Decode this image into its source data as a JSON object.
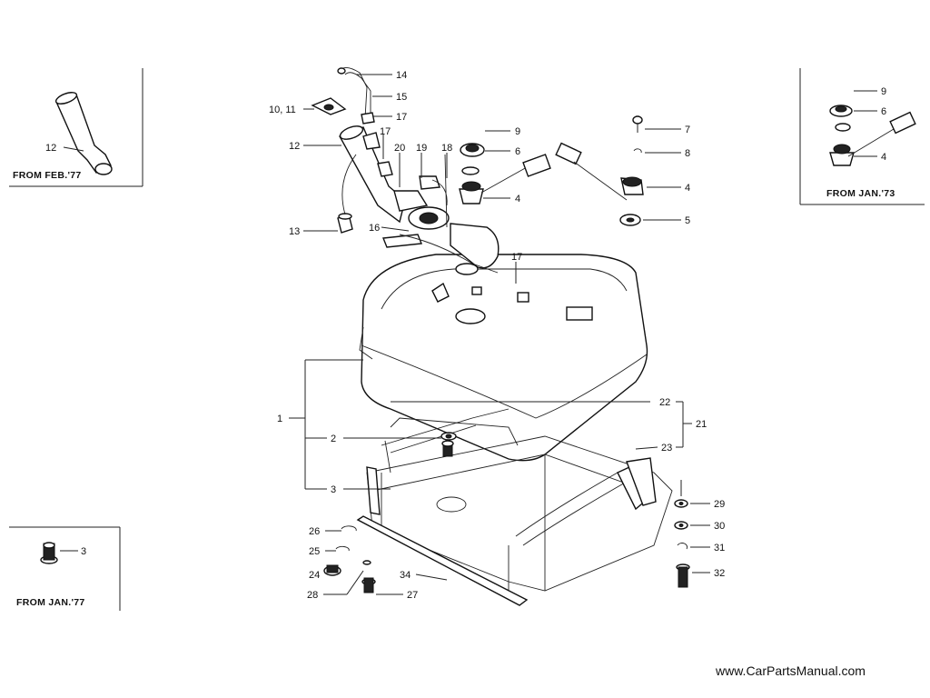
{
  "diagram": {
    "insets": {
      "top_left": "FROM FEB.'77",
      "top_right": "FROM JAN.'73",
      "bottom_left": "FROM JAN.'77"
    },
    "watermark": "www.CarPartsManual.com",
    "callouts": {
      "c14": "14",
      "c15": "15",
      "c17a": "17",
      "c1011": "10, 11",
      "c12": "12",
      "c17b": "17",
      "c20": "20",
      "c19": "19",
      "c18": "18",
      "c9": "9",
      "c6": "6",
      "c4a": "4",
      "c13": "13",
      "c16": "16",
      "c17c": "17",
      "c7": "7",
      "c8": "8",
      "c4b": "4",
      "c5": "5",
      "c1": "1",
      "c2": "2",
      "c3": "3",
      "c22": "22",
      "c21": "21",
      "c23": "23",
      "c26": "26",
      "c25": "25",
      "c24": "24",
      "c28": "28",
      "c27": "27",
      "c34": "34",
      "c29": "29",
      "c30": "30",
      "c31": "31",
      "c32": "32",
      "tl12": "12",
      "tr9": "9",
      "tr6": "6",
      "tr4": "4",
      "bl3": "3"
    }
  }
}
